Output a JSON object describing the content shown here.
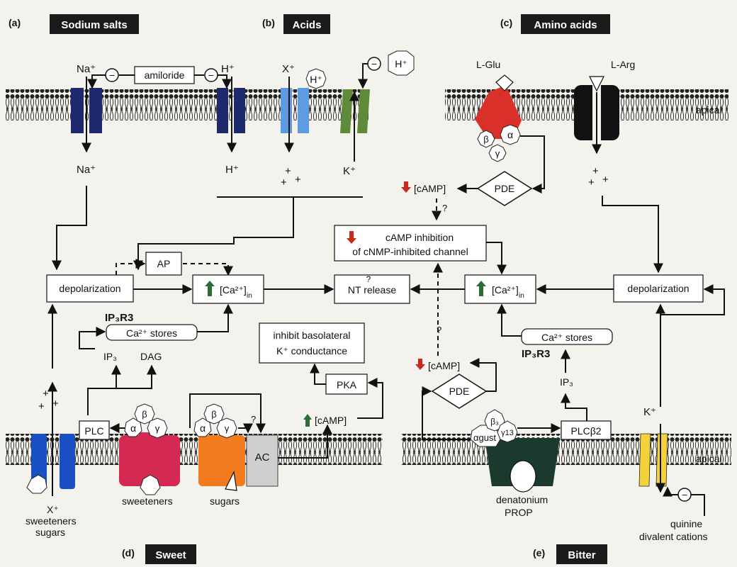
{
  "panels": {
    "a": "(a)",
    "a_title": "Sodium salts",
    "b": "(b)",
    "b_title": "Acids",
    "c": "(c)",
    "c_title": "Amino acids",
    "d": "(d)",
    "d_title": "Sweet",
    "e": "(e)",
    "e_title": "Bitter"
  },
  "labels": {
    "na_top": "Na⁺",
    "na_bottom": "Na⁺",
    "amiloride": "amiloride",
    "minus": "−",
    "h_top": "H⁺",
    "h_bottom": "H⁺",
    "x_top": "X⁺",
    "h_badge": "H⁺",
    "k_acid": "K⁺",
    "plus": "+",
    "lglu": "L-Glu",
    "larg": "L-Arg",
    "apical": "apical",
    "alpha": "α",
    "beta": "β",
    "gamma": "γ",
    "pde": "PDE",
    "camp": "[cAMP]",
    "question": "?",
    "camp_inhib_1": "cAMP inhibition",
    "camp_inhib_2": "of cNMP-inhibited channel",
    "ap": "AP",
    "depolarization": "depolarization",
    "ca_in": "[Ca²⁺]",
    "ca_in_sub": "in",
    "nt_release": "NT release",
    "ip3r3": "IP₃R3",
    "ca_stores": "Ca²⁺ stores",
    "ip3": "IP₃",
    "dag": "DAG",
    "plc": "PLC",
    "inhibit_1": "inhibit basolateral",
    "inhibit_2": "K⁺ conductance",
    "pka": "PKA",
    "ac": "AC",
    "x_bottom": "X⁺",
    "sweeteners_sugars_1": "sweeteners",
    "sweeteners_sugars_2": "sugars",
    "sweeteners": "sweeteners",
    "sugars": "sugars",
    "alpha_gust": "αgust",
    "beta3": "β₃",
    "gamma13": "γ13",
    "plcb2": "PLCβ2",
    "k_bitter": "K⁺",
    "denatonium": "denatonium",
    "prop": "PROP",
    "quinine": "quinine",
    "divalent": "divalent cations"
  },
  "colors": {
    "navy": "#1e2a6b",
    "lightblue": "#5e9be0",
    "green": "#5e8a3a",
    "red": "#d9302a",
    "black": "#111111",
    "blue": "#1b4fc4",
    "pink": "#d42a52",
    "orange": "#f27a1f",
    "grey": "#cfcfcf",
    "darkgreen": "#193a2c",
    "yellow": "#f4d23c",
    "arrow_red": "#c8291f",
    "arrow_green": "#2e6b3a"
  }
}
